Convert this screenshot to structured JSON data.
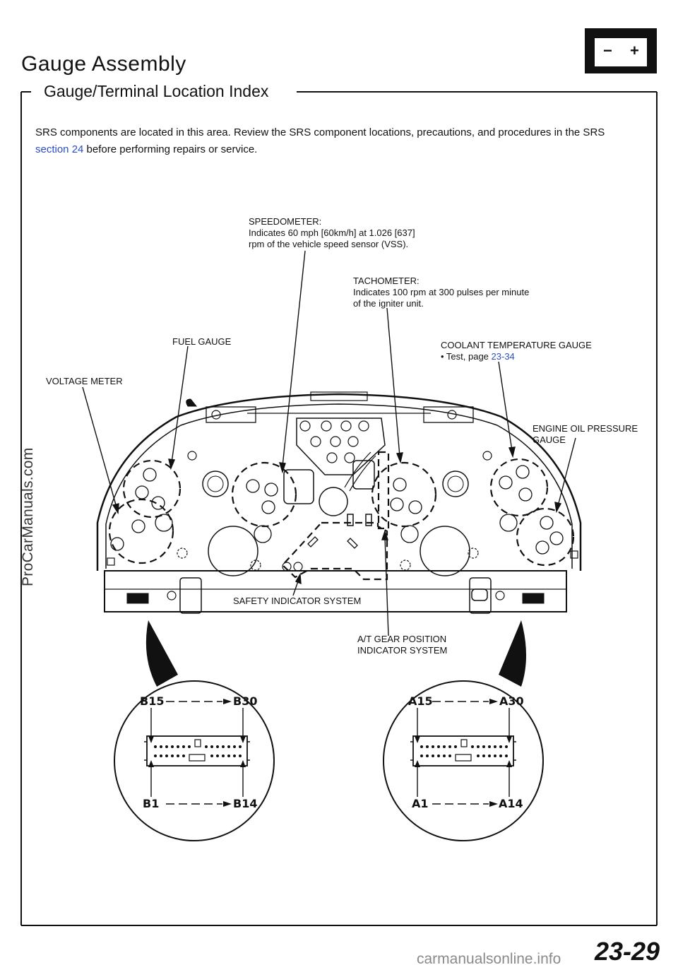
{
  "header": {
    "title": "Gauge Assembly",
    "subtitle": "Gauge/Terminal Location Index",
    "icon": "battery-icon",
    "battery_minus": "−",
    "battery_plus": "+"
  },
  "intro": {
    "line1": "SRS components are located in this area. Review the SRS component locations, precautions, and procedures in the SRS",
    "link": "section 24",
    "line2_rest": " before performing repairs or service."
  },
  "labels": {
    "speedometer_title": "SPEEDOMETER:",
    "speedometer_line1": "Indicates 60 mph [60km/h] at 1.026 [637]",
    "speedometer_line2": "rpm of the vehicle speed sensor (VSS).",
    "tachometer_title": "TACHOMETER:",
    "tachometer_line1": "Indicates 100 rpm at 300 pulses per minute",
    "tachometer_line2": "of the igniter unit.",
    "fuel_gauge": "FUEL GAUGE",
    "coolant_title": "COOLANT TEMPERATURE GAUGE",
    "coolant_test_prefix": "• Test, page ",
    "coolant_test_link": "23-34",
    "voltage_meter": "VOLTAGE METER",
    "oil_line1": "ENGINE OIL PRESSURE",
    "oil_line2": "GAUGE",
    "safety": "SAFETY INDICATOR SYSTEM",
    "at_line1": "A/T GEAR POSITION",
    "at_line2": "INDICATOR SYSTEM"
  },
  "connectors": {
    "left": {
      "top_left": "B15",
      "top_right": "B30",
      "bottom_left": "B1",
      "bottom_right": "B14"
    },
    "right": {
      "top_left": "A15",
      "top_right": "A30",
      "bottom_left": "A1",
      "bottom_right": "A14"
    }
  },
  "footer": {
    "watermark": "ProCarManuals.com",
    "page_number": "23-29",
    "url_watermark": "carmanualsonline.info"
  },
  "colors": {
    "link": "#2a4cc9",
    "ink": "#111111"
  }
}
